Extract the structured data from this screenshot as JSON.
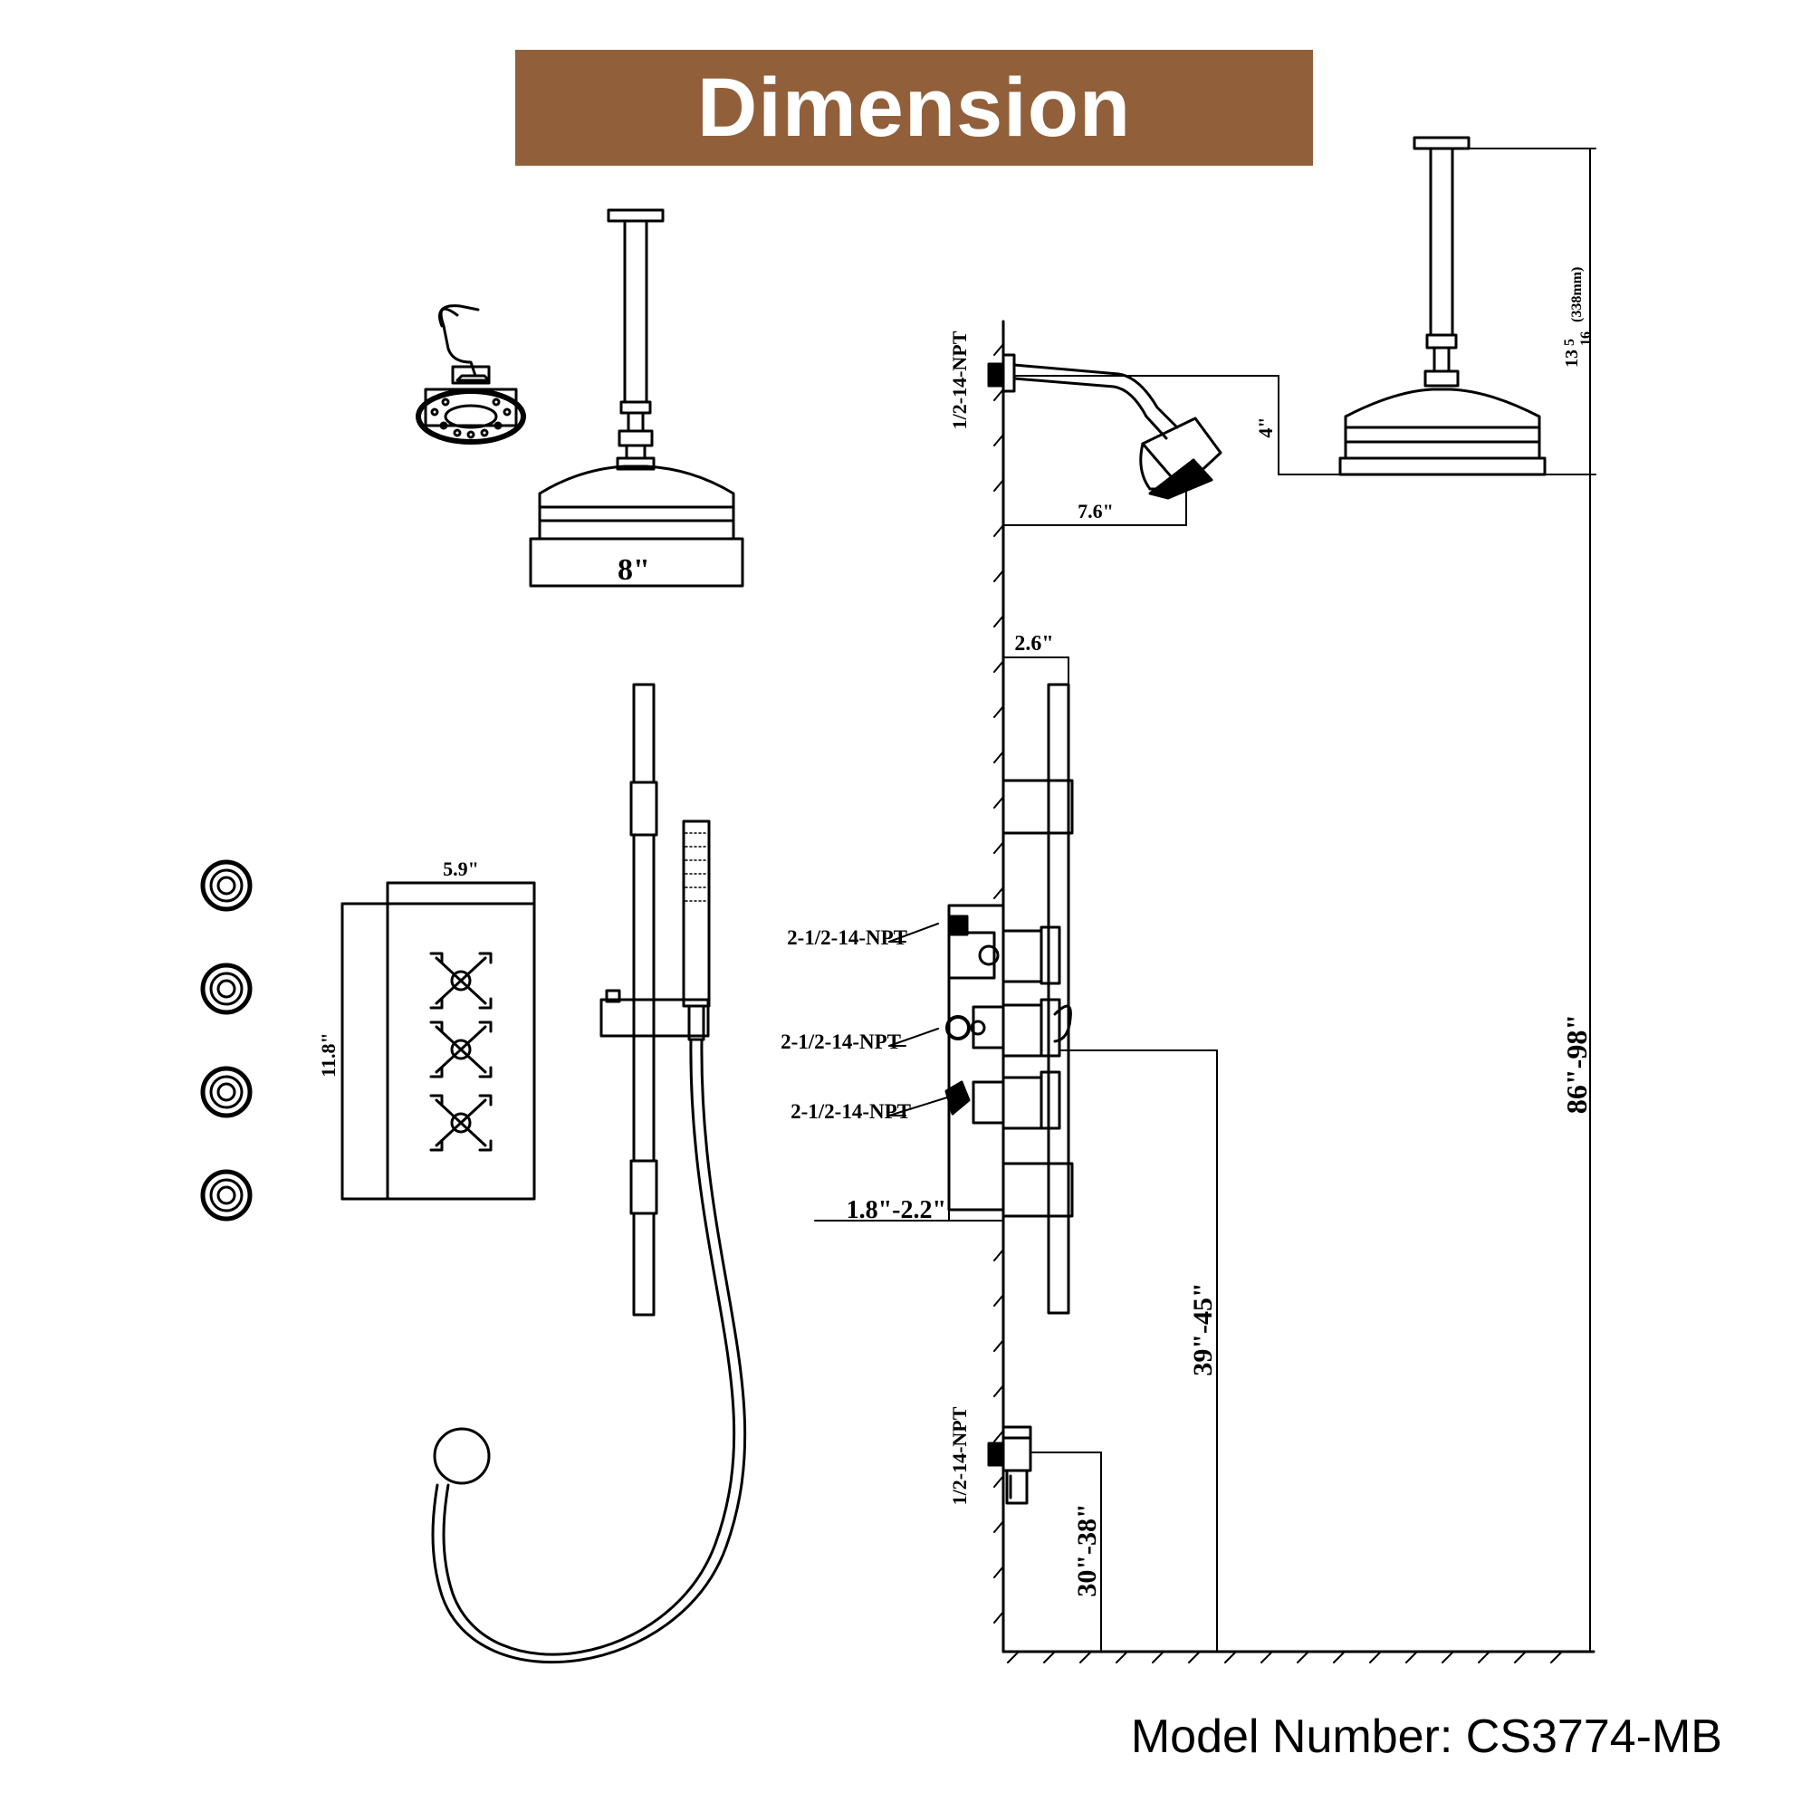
{
  "title": "Dimension",
  "model_number": "Model Number: CS3774-MB",
  "colors": {
    "banner": "#915f39",
    "banner_text": "#ffffff",
    "line": "#000000"
  },
  "dimensions": {
    "rain_head_diameter": "8\"",
    "arm_drop": "4\"",
    "arm_reach": "7.6\"",
    "ceiling_drop_main": "13",
    "ceiling_drop_frac_num": "5",
    "ceiling_drop_frac_den": "16",
    "ceiling_drop_mm": "(338mm)",
    "slide_bar_projection": "2.6\"",
    "valve_plate_width": "5.9\"",
    "valve_plate_height": "11.8\"",
    "wall_depth": "1.8\"-2.2\"",
    "valve_height": "39\"-45\"",
    "total_height": "86\"-98\"",
    "supply_elbow_height": "30\"-38\""
  },
  "connections": {
    "top_arm_npt": "1/2-14-NPT",
    "valve_port_1": "2-1/2-14-NPT",
    "valve_port_2": "2-1/2-14-NPT",
    "valve_port_3": "2-1/2-14-NPT",
    "bottom_elbow_npt": "1/2-14-NPT"
  }
}
